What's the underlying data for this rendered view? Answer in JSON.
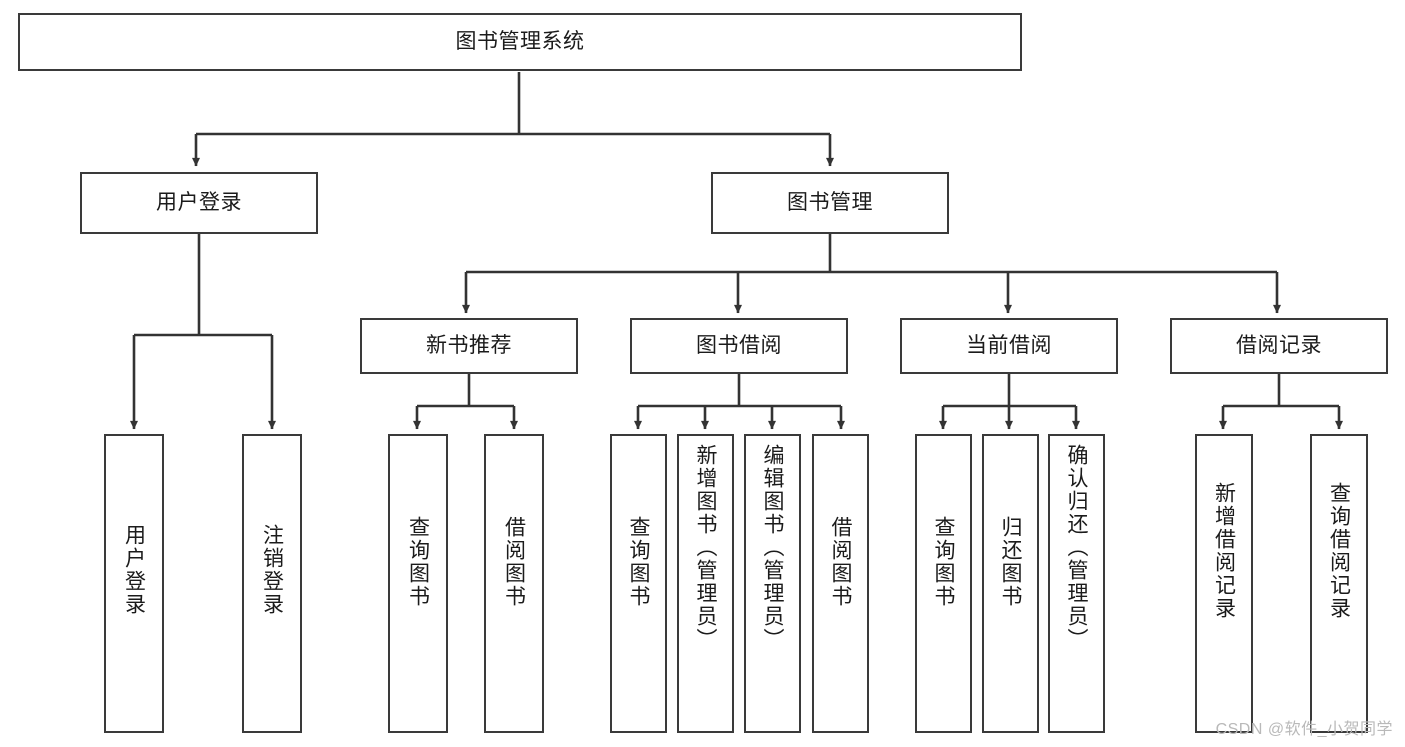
{
  "diagram": {
    "title": "图书管理系统",
    "type": "tree",
    "watermark": "CSDN @软件_小贺同学",
    "colors": {
      "box_border": "#3a3a3a",
      "box_fill": "#ffffff",
      "edge": "#333333",
      "text": "#1b1b1b",
      "watermark": "#b9b9b9"
    },
    "nodes": {
      "root": {
        "label": "图书管理系统",
        "level": 0,
        "orientation": "horizontal"
      },
      "l1": [
        {
          "id": "user-login",
          "label": "用户登录",
          "level": 1,
          "orientation": "horizontal"
        },
        {
          "id": "book-manage",
          "label": "图书管理",
          "level": 1,
          "orientation": "horizontal"
        }
      ],
      "l2": [
        {
          "id": "new-book-rec",
          "label": "新书推荐",
          "level": 2,
          "orientation": "horizontal",
          "parent": "book-manage"
        },
        {
          "id": "book-borrow",
          "label": "图书借阅",
          "level": 2,
          "orientation": "horizontal",
          "parent": "book-manage"
        },
        {
          "id": "current-borrow",
          "label": "当前借阅",
          "level": 2,
          "orientation": "horizontal",
          "parent": "book-manage"
        },
        {
          "id": "borrow-record",
          "label": "借阅记录",
          "level": 2,
          "orientation": "horizontal",
          "parent": "book-manage"
        }
      ],
      "leaves": [
        {
          "id": "leaf-user-login",
          "label": "用户登录",
          "parent": "user-login",
          "orientation": "vertical"
        },
        {
          "id": "leaf-logout",
          "label": "注销登录",
          "parent": "user-login",
          "orientation": "vertical"
        },
        {
          "id": "leaf-query-book-1",
          "label": "查询图书",
          "parent": "new-book-rec",
          "orientation": "vertical"
        },
        {
          "id": "leaf-borrow-book-1",
          "label": "借阅图书",
          "parent": "new-book-rec",
          "orientation": "vertical"
        },
        {
          "id": "leaf-query-book-2",
          "label": "查询图书",
          "parent": "book-borrow",
          "orientation": "vertical"
        },
        {
          "id": "leaf-add-book",
          "label": "新增图书（管理员）",
          "parent": "book-borrow",
          "orientation": "vertical"
        },
        {
          "id": "leaf-edit-book",
          "label": "编辑图书（管理员）",
          "parent": "book-borrow",
          "orientation": "vertical"
        },
        {
          "id": "leaf-borrow-book-2",
          "label": "借阅图书",
          "parent": "book-borrow",
          "orientation": "vertical"
        },
        {
          "id": "leaf-query-book-3",
          "label": "查询图书",
          "parent": "current-borrow",
          "orientation": "vertical"
        },
        {
          "id": "leaf-return-book",
          "label": "归还图书",
          "parent": "current-borrow",
          "orientation": "vertical"
        },
        {
          "id": "leaf-confirm-return",
          "label": "确认归还（管理员）",
          "parent": "current-borrow",
          "orientation": "vertical"
        },
        {
          "id": "leaf-add-record",
          "label": "新增借阅记录",
          "parent": "borrow-record",
          "orientation": "vertical"
        },
        {
          "id": "leaf-query-record",
          "label": "查询借阅记录",
          "parent": "borrow-record",
          "orientation": "vertical"
        }
      ]
    }
  }
}
